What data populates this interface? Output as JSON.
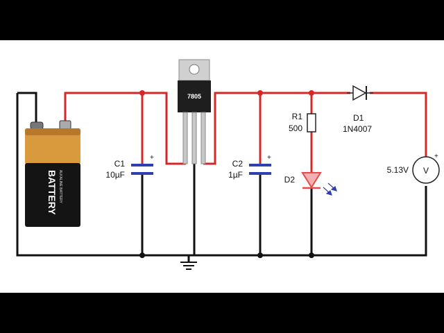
{
  "battery": {
    "label": "BATTERY",
    "sublabel": "ALKALINE BATTERY"
  },
  "regulator": {
    "label": "7805"
  },
  "c1": {
    "name": "C1",
    "value": "10µF",
    "polarity": "+"
  },
  "c2": {
    "name": "C2",
    "value": "1µF",
    "polarity": "+"
  },
  "r1": {
    "name": "R1",
    "value": "500"
  },
  "d1": {
    "name": "D1",
    "value": "1N4007"
  },
  "d2": {
    "name": "D2"
  },
  "voltmeter": {
    "symbol": "V",
    "reading": "5.13V",
    "polarity": "+"
  },
  "colors": {
    "wire_positive": "#d42828",
    "wire_ground": "#111111",
    "capacitor_plate": "#2f3fb0",
    "led": "#e84848",
    "background": "#ffffff",
    "letterbox": "#000000"
  }
}
